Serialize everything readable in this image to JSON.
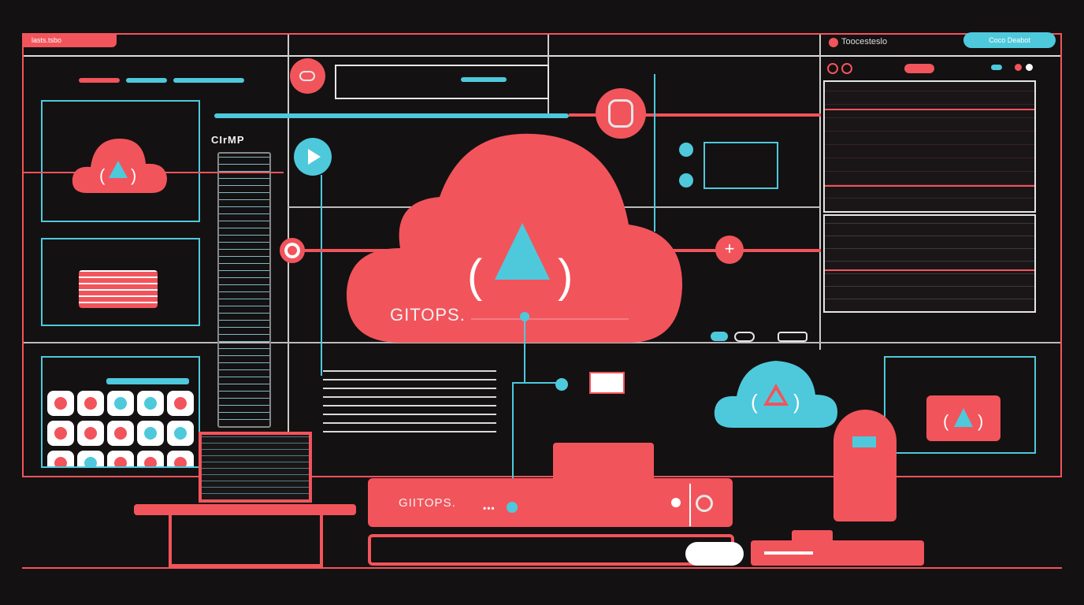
{
  "frame": {
    "title_tab": "lasts.tsbo",
    "right_title": "Toocesteslo",
    "right_button": "Coco Deabot"
  },
  "left": {
    "cmp_label": "CIrMP"
  },
  "center": {
    "cloud_label": "GITOPS."
  },
  "bottom": {
    "bar_label": "GIITOPS.",
    "dots": "•••"
  },
  "icons": [
    "cloud-warning-icon",
    "play-icon",
    "stop-icon",
    "record-icon",
    "plus-icon",
    "robot-icon",
    "laptop-icon"
  ],
  "colors": {
    "accent": "#f2545b",
    "secondary": "#4ec9dc",
    "background": "#141112"
  }
}
